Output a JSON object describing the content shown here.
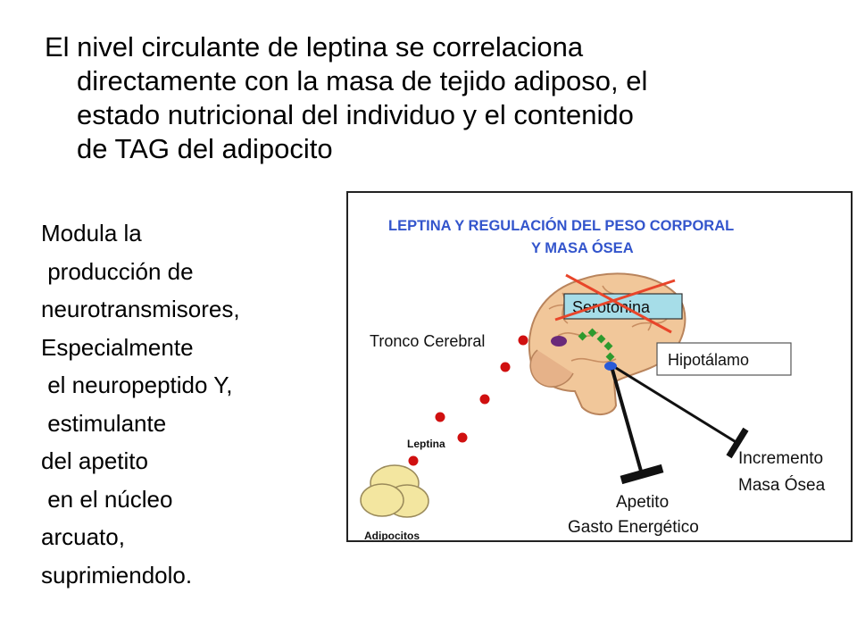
{
  "slide": {
    "title_lines": [
      "El nivel circulante de leptina se correlaciona",
      "directamente con la masa de tejido adiposo, el",
      "estado nutricional del individuo y el contenido",
      "de TAG del adipocito"
    ],
    "body_lines": [
      "Modula la",
      " producción de",
      "neurotransmisores,",
      "Especialmente",
      " el neuropeptido Y,",
      " estimulante",
      "del apetito",
      " en el núcleo",
      "arcuato,",
      "suprimiendolo."
    ]
  },
  "figure": {
    "title_line1": "LEPTINA Y REGULACIÓN DEL PESO CORPORAL",
    "title_line2": "Y MASA ÓSEA",
    "labels": {
      "serotonina": "Serotonina",
      "tronco": "Tronco Cerebral",
      "hipotalamo": "Hipotálamo",
      "leptina": "Leptina",
      "adipocitos": "Adipocitos",
      "incremento_1": "Incremento",
      "incremento_2": "Masa Ósea",
      "apetito_1": "Apetito",
      "apetito_2": "Gasto Energético"
    },
    "colors": {
      "title": "#3355cc",
      "cross": "#e8452a",
      "serotonina_box": "#a6dde8",
      "leptin_dot": "#d01010",
      "green_dot": "#2e9a2e",
      "purple": "#6a2a7a",
      "blue": "#2a5ad8",
      "brain": "#f1c79a",
      "fat": "#f3e6a0"
    }
  }
}
